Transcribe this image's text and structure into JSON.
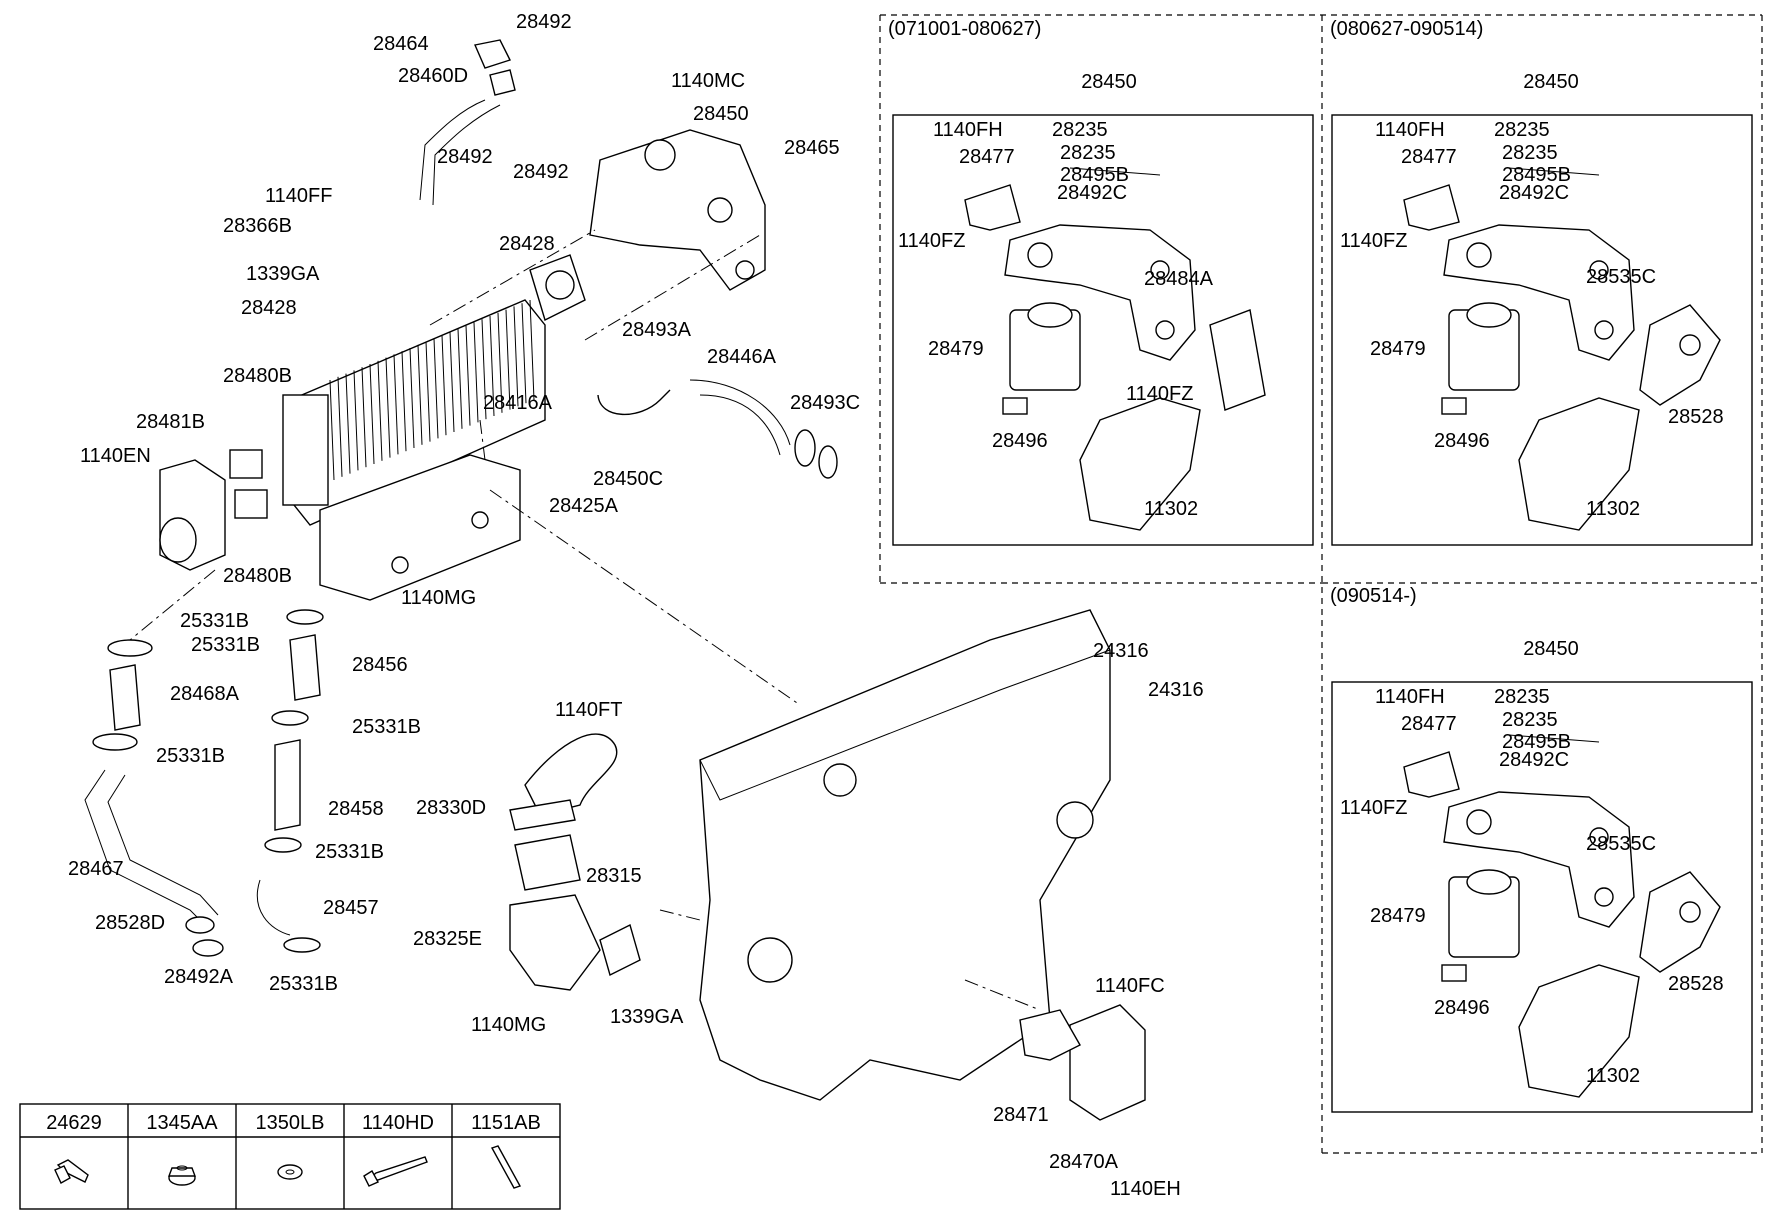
{
  "variants": [
    {
      "period": "(071001-080627)",
      "group": "28450",
      "labels": [
        "1140FH",
        "28235",
        "28477",
        "28235",
        "28495B",
        "1140FZ",
        "28492C",
        "28484A",
        "28479",
        "1140FZ",
        "28496",
        "11302"
      ]
    },
    {
      "period": "(080627-090514)",
      "group": "28450",
      "labels": [
        "1140FH",
        "28235",
        "28477",
        "28235",
        "28495B",
        "1140FZ",
        "28492C",
        "28535C",
        "28479",
        "28528",
        "28496",
        "11302"
      ]
    },
    {
      "period": "(090514-)",
      "group": "28450",
      "labels": [
        "1140FH",
        "28235",
        "28477",
        "28235",
        "28495B",
        "1140FZ",
        "28492C",
        "28535C",
        "28479",
        "28528",
        "28496",
        "11302"
      ]
    }
  ],
  "main_labels": [
    "28492",
    "28464",
    "28460D",
    "1140MC",
    "28450",
    "28492",
    "28492",
    "28465",
    "1140FF",
    "28366B",
    "28428",
    "1339GA",
    "28428",
    "28493A",
    "28446A",
    "28480B",
    "28416A",
    "28493C",
    "28481B",
    "1140EN",
    "28450C",
    "28425A",
    "28480B",
    "1140MG",
    "25331B",
    "25331B",
    "28456",
    "28468A",
    "25331B",
    "25331B",
    "28458",
    "25331B",
    "28467",
    "28457",
    "28528D",
    "28492A",
    "25331B",
    "1140FT",
    "28330D",
    "28315",
    "28325E",
    "1140MG",
    "1339GA",
    "24316",
    "24316",
    "1140FC",
    "28471",
    "28470A",
    "1140EH"
  ],
  "fastener_table": {
    "headers": [
      "24629",
      "1345AA",
      "1350LB",
      "1140HD",
      "1151AB"
    ],
    "icons": [
      "flange-bolt-icon",
      "flange-nut-icon",
      "washer-icon",
      "long-bolt-icon",
      "stud-icon"
    ]
  }
}
